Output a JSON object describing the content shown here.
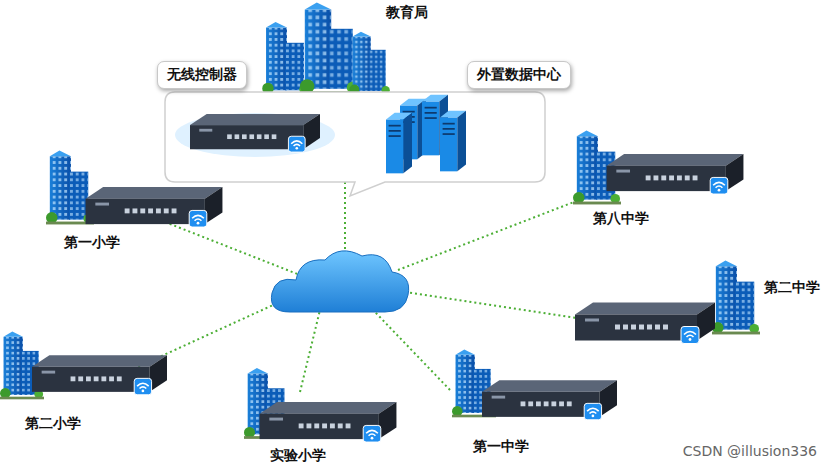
{
  "diagram": {
    "nodes": [
      {
        "text": [
          "无线控制器"
        ]
      },
      {
        "text": [
          "外置数据中心"
        ]
      },
      {
        "text": [
          "第一小学"
        ]
      },
      {
        "text": [
          "第二小学"
        ]
      },
      {
        "text": [
          "实验小学"
        ]
      },
      {
        "text": [
          "第一中学"
        ]
      },
      {
        "text": [
          "第二中学"
        ]
      },
      {
        "text": [
          "第八中学"
        ]
      }
    ],
    "labels": [
      "教育局",
      "CSDN @illusion336"
    ]
  }
}
